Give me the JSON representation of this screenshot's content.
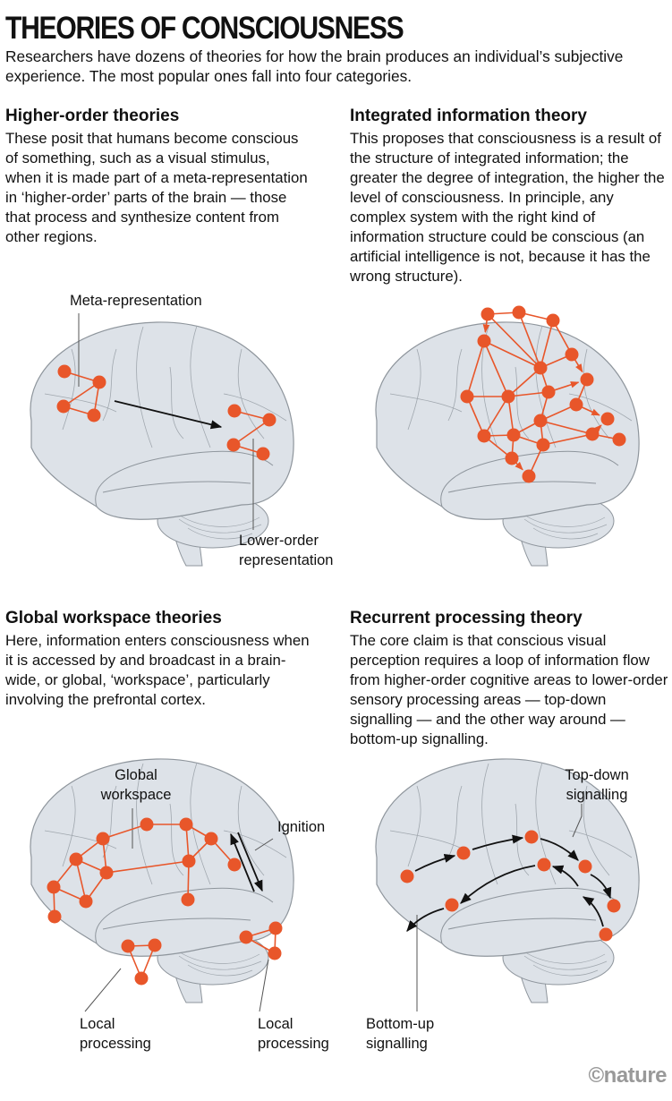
{
  "title": "THEORIES OF CONSCIOUSNESS",
  "subtitle": "Researchers have dozens of theories for how the brain produces an individual’s subjective experience. The most popular ones fall into four categories.",
  "colors": {
    "node": "#e8562a",
    "brain_fill": "#dde2e8",
    "brain_stroke": "#8e959c",
    "arrow": "#111111"
  },
  "sections": [
    {
      "heading": "Higher-order theories",
      "body": "These posit that humans become conscious of something, such as a visual stimulus, when it is made part of a meta-representation in ‘higher-order’ parts of the brain — those that process and synthesize content from other regions.",
      "labels": [
        "Meta-representation",
        "Lower-order representation"
      ]
    },
    {
      "heading": "Integrated information theory",
      "body": "This proposes that consciousness is a result of the structure of integrated information; the greater the degree of integration, the higher the level of consciousness. In principle, any complex system with the right kind of information structure could be conscious (an artificial intelligence is not, because it has the wrong structure).",
      "labels": []
    },
    {
      "heading": "Global workspace theories",
      "body": "Here, information enters consciousness when it is accessed by and broadcast in a brain-wide, or global, ‘workspace’, particularly involving the prefrontal cortex.",
      "labels": [
        "Global workspace",
        "Ignition",
        "Local processing",
        "Local processing"
      ]
    },
    {
      "heading": "Recurrent processing theory",
      "body": "The core claim is that conscious visual perception requires a loop of information flow from higher-order cognitive areas to lower-order sensory processing areas — top-down signalling — and the other way around — bottom-up signalling.",
      "labels": [
        "Top-down signalling",
        "Bottom-up signalling"
      ]
    }
  ],
  "credit": "©nature"
}
